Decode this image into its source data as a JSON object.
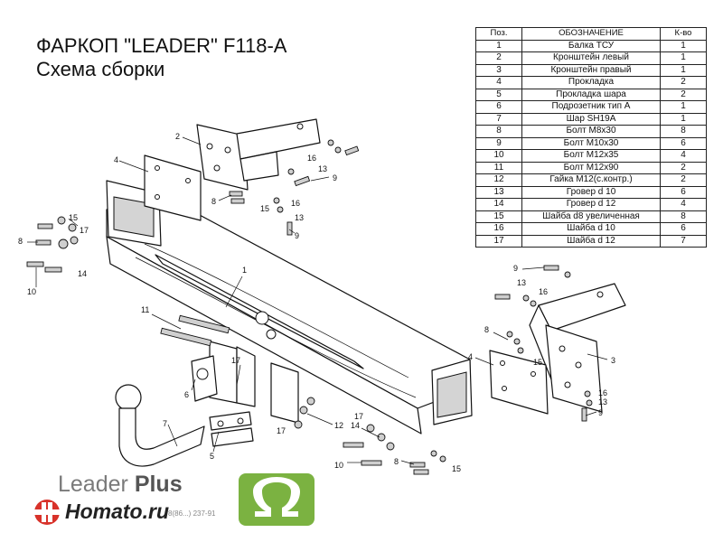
{
  "header": {
    "title": "ФАРКОП \"LEADER\" F118-A",
    "subtitle": "Схема сборки"
  },
  "parts_table": {
    "columns": [
      "Поз.",
      "ОБОЗНАЧЕНИЕ",
      "К-во"
    ],
    "rows": [
      [
        "1",
        "Балка ТСУ",
        "1"
      ],
      [
        "2",
        "Кронштейн левый",
        "1"
      ],
      [
        "3",
        "Кронштейн правый",
        "1"
      ],
      [
        "4",
        "Прокладка",
        "2"
      ],
      [
        "5",
        "Прокладка шара",
        "2"
      ],
      [
        "6",
        "Подрозетник тип А",
        "1"
      ],
      [
        "7",
        "Шар SH19A",
        "1"
      ],
      [
        "8",
        "Болт M8x30",
        "8"
      ],
      [
        "9",
        "Болт M10x30",
        "6"
      ],
      [
        "10",
        "Болт M12x35",
        "4"
      ],
      [
        "11",
        "Болт M12x90",
        "2"
      ],
      [
        "12",
        "Гайка M12(с.контр.)",
        "2"
      ],
      [
        "13",
        "Гровер d 10",
        "6"
      ],
      [
        "14",
        "Гровер d 12",
        "4"
      ],
      [
        "15",
        "Шайба d8 увеличенная",
        "8"
      ],
      [
        "16",
        "Шайба d 10",
        "6"
      ],
      [
        "17",
        "Шайба d 12",
        "7"
      ]
    ]
  },
  "callouts": [
    "1",
    "2",
    "3",
    "4",
    "4",
    "5",
    "6",
    "7",
    "8",
    "8",
    "8",
    "8",
    "9",
    "9",
    "9",
    "9",
    "10",
    "10",
    "11",
    "12",
    "13",
    "13",
    "13",
    "13",
    "14",
    "14",
    "15",
    "15",
    "15",
    "15",
    "16",
    "16",
    "16",
    "16",
    "17",
    "17",
    "17",
    "17"
  ],
  "branding": {
    "brand_name": "Leader",
    "brand_plus": "Plus",
    "site": "Homato.ru",
    "phone_fragment": "8(86...) 237-91"
  },
  "colors": {
    "line": "#111111",
    "shade": "#d4d4d4",
    "logo_green": "#7bb241",
    "logo_red": "#d8322a"
  }
}
